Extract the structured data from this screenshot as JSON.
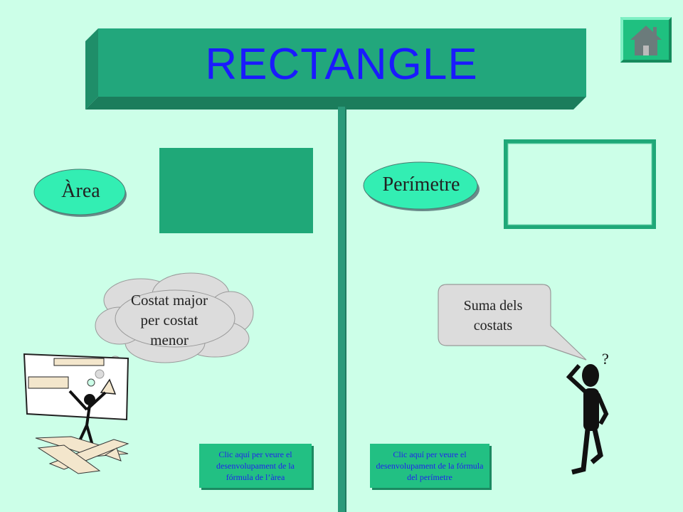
{
  "title": "RECTANGLE",
  "home": {
    "icon": "home-icon"
  },
  "area": {
    "label": "Àrea",
    "formula_hint": [
      "Costat major",
      "per costat",
      "menor"
    ],
    "link_text": "Clic aquí per veure el desenvolupament de la fórmula de l’àrea"
  },
  "perimeter": {
    "label": "Perímetre",
    "formula_hint": [
      "Suma dels",
      "costats"
    ],
    "link_text": "Clic aquí per veure el desenvolupament de la fórmula del perímetre"
  },
  "colors": {
    "background": "#ccffe8",
    "sign": "#22a77c",
    "title_text": "#1a1aff",
    "oval": "#33eeb3",
    "link_text": "#2222ee"
  }
}
